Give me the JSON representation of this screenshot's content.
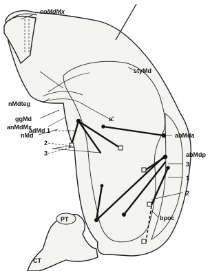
{
  "labels": {
    "coMdMx": "coMdMx",
    "styMd": "styMd",
    "nMdteg": "nMdteg",
    "ggMd": "ggMd",
    "anMdMx": "anMdMx",
    "nMd": "nMd",
    "a_prime": "a'",
    "adMd1": "adMd 1",
    "two_left": "2",
    "three_left": "3",
    "abMda": "abMda",
    "abMdp": "abMdp",
    "three_right": "3",
    "one_right": "1",
    "two_right": "2",
    "bpoc": "bpoc",
    "PT": "PT",
    "CT": "CT"
  }
}
